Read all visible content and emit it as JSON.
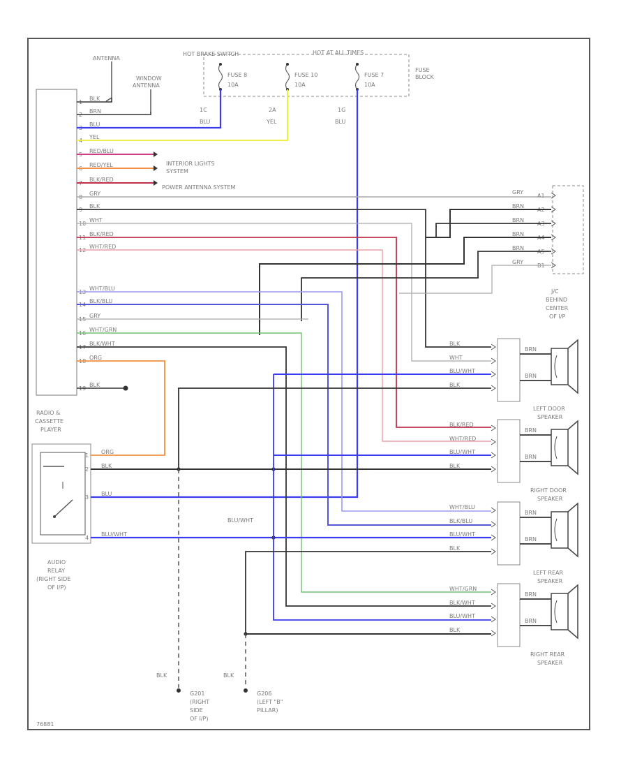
{
  "fuse_box": {
    "left_caption": "HOT BRAKE SWITCH",
    "right_caption": "HOT AT ALL TIMES",
    "block_label": [
      "FUSE",
      "BLOCK"
    ],
    "fuses": [
      {
        "name": "FUSE 8",
        "rating": "10A",
        "terminal": "1C",
        "wire": "BLU"
      },
      {
        "name": "FUSE 10",
        "rating": "10A",
        "terminal": "2A",
        "wire": "YEL"
      },
      {
        "name": "FUSE 7",
        "rating": "10A",
        "terminal": "1G",
        "wire": "BLU"
      }
    ]
  },
  "antennas": {
    "main": "ANTENNA",
    "window": [
      "WINDOW",
      "ANTENNA"
    ]
  },
  "radio": {
    "label": [
      "RADIO &",
      "CASSETTE",
      "PLAYER"
    ],
    "wires": [
      "BLK",
      "BRN",
      "BLU",
      "YEL",
      "RED/BLU",
      "RED/YEL",
      "BLK/RED",
      "GRY",
      "BLK",
      "WHT",
      "BLK/RED",
      "WHT/RED",
      "WHT/BLU",
      "BLK/BLU",
      "GRY",
      "WHT/GRN",
      "BLK/WHT",
      "ORG",
      "BLK"
    ],
    "pins": [
      "1",
      "2",
      "3",
      "4",
      "5",
      "6",
      "7",
      "8",
      "9",
      "10",
      "11",
      "12",
      "13",
      "14",
      "15",
      "16",
      "17",
      "18",
      "19"
    ],
    "systems": [
      "INTERIOR LIGHTS",
      "SYSTEM",
      "POWER ANTENNA SYSTEM"
    ]
  },
  "jc": {
    "label": [
      "J/C",
      "BEHIND",
      "CENTER",
      "OF I/P"
    ],
    "wires": [
      "GRY",
      "BRN",
      "BRN",
      "BRN",
      "BRN",
      "GRY"
    ],
    "pins": [
      "A1",
      "A2",
      "A3",
      "A4",
      "A5",
      "B1"
    ]
  },
  "relay": {
    "label": [
      "AUDIO",
      "RELAY",
      "(RIGHT SIDE",
      "OF I/P)"
    ],
    "wires": [
      "ORG",
      "BLK",
      "BLU",
      "BLU/WHT"
    ],
    "pins": [
      "1",
      "2",
      "3",
      "4"
    ],
    "mid_label": "BLU/WHT"
  },
  "speakers": [
    {
      "label": [
        "LEFT DOOR",
        "SPEAKER"
      ],
      "wires": [
        "BLK",
        "WHT",
        "BLU/WHT",
        "BLK"
      ],
      "inner": [
        "BRN",
        "BRN"
      ]
    },
    {
      "label": [
        "RIGHT DOOR",
        "SPEAKER"
      ],
      "wires": [
        "BLK/RED",
        "WHT/RED",
        "BLU/WHT",
        "BLK"
      ],
      "inner": [
        "BRN",
        "BRN"
      ]
    },
    {
      "label": [
        "LEFT REAR",
        "SPEAKER"
      ],
      "wires": [
        "WHT/BLU",
        "BLK/BLU",
        "BLU/WHT",
        "BLK"
      ],
      "inner": [
        "BRN",
        "BRN"
      ]
    },
    {
      "label": [
        "RIGHT REAR",
        "SPEAKER"
      ],
      "wires": [
        "WHT/GRN",
        "BLK/WHT",
        "BLU/WHT",
        "BLK"
      ],
      "inner": [
        "BRN",
        "BRN"
      ]
    }
  ],
  "grounds": [
    {
      "wire": "BLK",
      "label": [
        "G201",
        "(RIGHT",
        "SIDE",
        "OF I/P)"
      ]
    },
    {
      "wire": "BLK",
      "label": [
        "G206",
        "(LEFT \"B\"",
        "PILLAR)"
      ]
    }
  ],
  "diagram_id": "76881",
  "colors": {
    "black": "#333333",
    "blue": "#3a3af0",
    "yellow": "#eeee44",
    "red": "#c0304a",
    "pink": "#e8a0a8",
    "orange": "#f09040",
    "green": "#70c070",
    "gray": "#a8a8a8",
    "light_blue": "#9b9bf2",
    "magenta": "#d03c8a",
    "brown": "#a07050"
  }
}
